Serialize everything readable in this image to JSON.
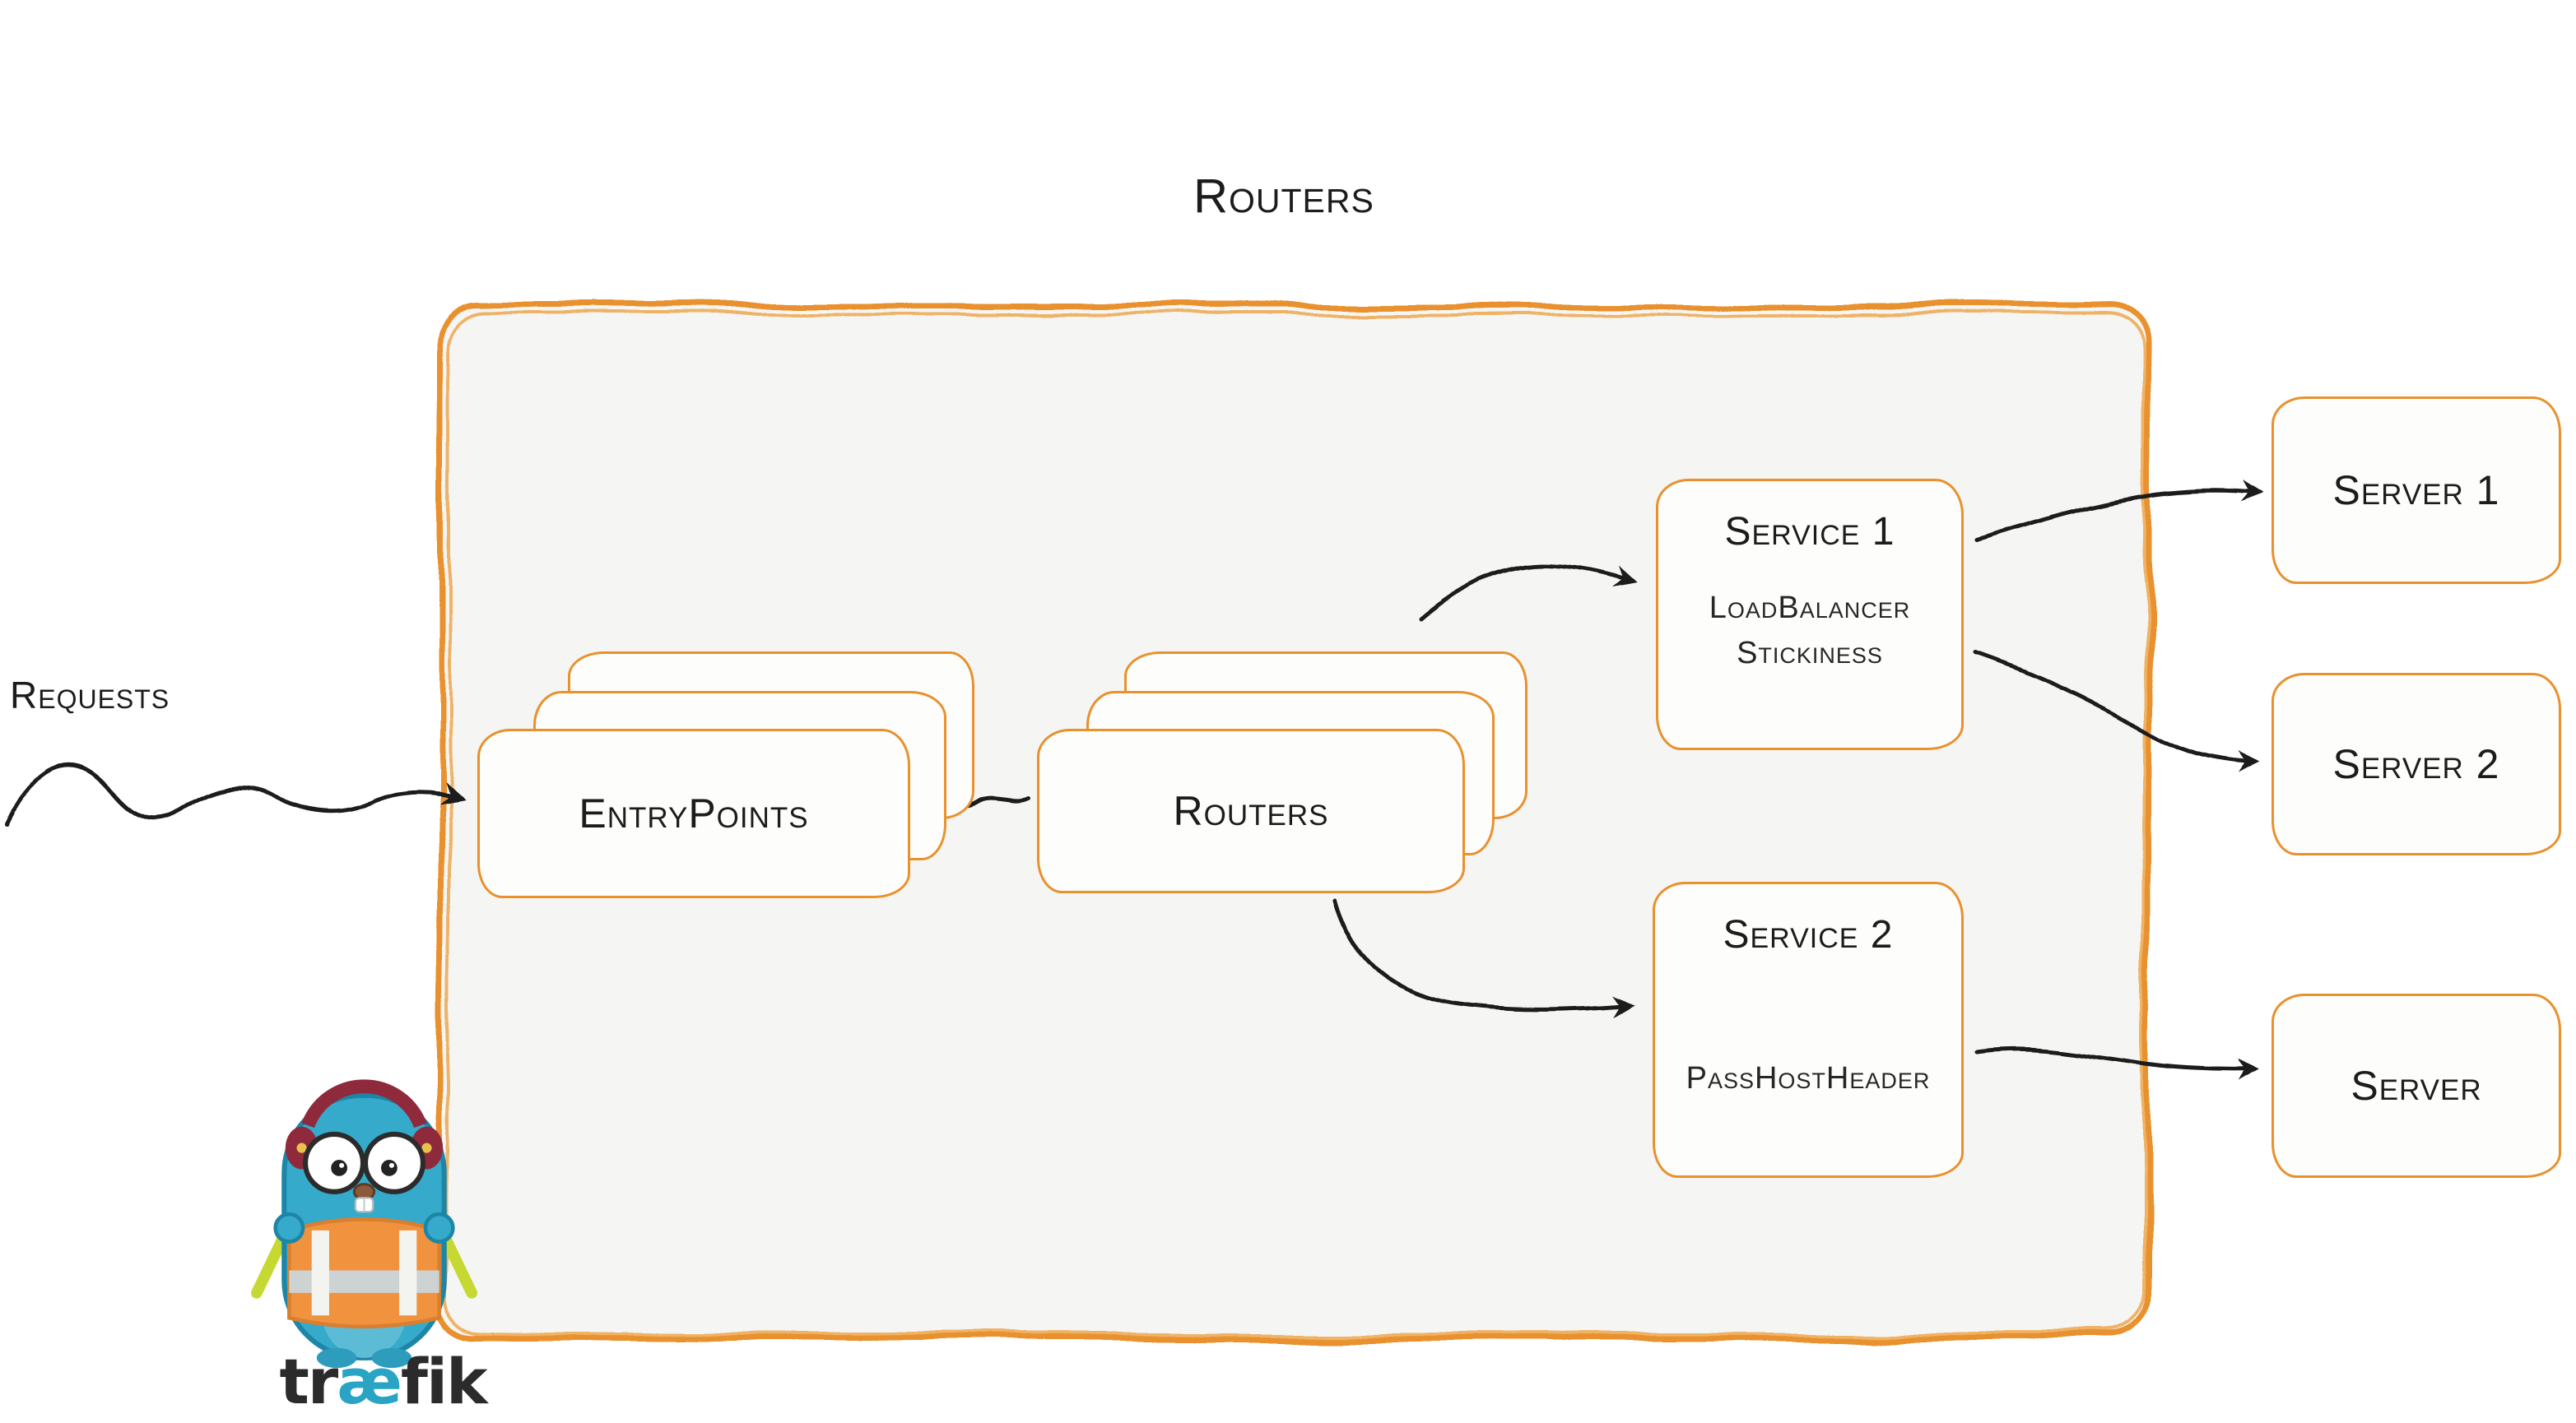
{
  "title": "Routers",
  "requests": {
    "label": "Requests"
  },
  "entrypoints": {
    "label": "EntryPoints"
  },
  "routers_stack": {
    "label": "Routers"
  },
  "services": {
    "service1": {
      "title": "Service 1",
      "lines": [
        "LoadBalancer",
        "Stickiness"
      ]
    },
    "service2": {
      "title": "Service 2",
      "lines": [
        "PassHostHeader"
      ]
    }
  },
  "servers": [
    {
      "label": "Server 1"
    },
    {
      "label": "Server 2"
    },
    {
      "label": "Server"
    }
  ],
  "logo": {
    "wordmark_pre": "tr",
    "wordmark_ae": "æ",
    "wordmark_post": "fik"
  },
  "icons": {
    "mascot": "traefik-gopher-mascot",
    "arrows": "hand-drawn-arrow"
  },
  "colors": {
    "accent_orange": "#e8912d",
    "box_fill": "#f5f5f3",
    "arrow_black": "#1d1d1d",
    "logo_teal": "#2aa4c4",
    "mascot_blue": "#35aacb",
    "vest_orange": "#f0923e"
  }
}
